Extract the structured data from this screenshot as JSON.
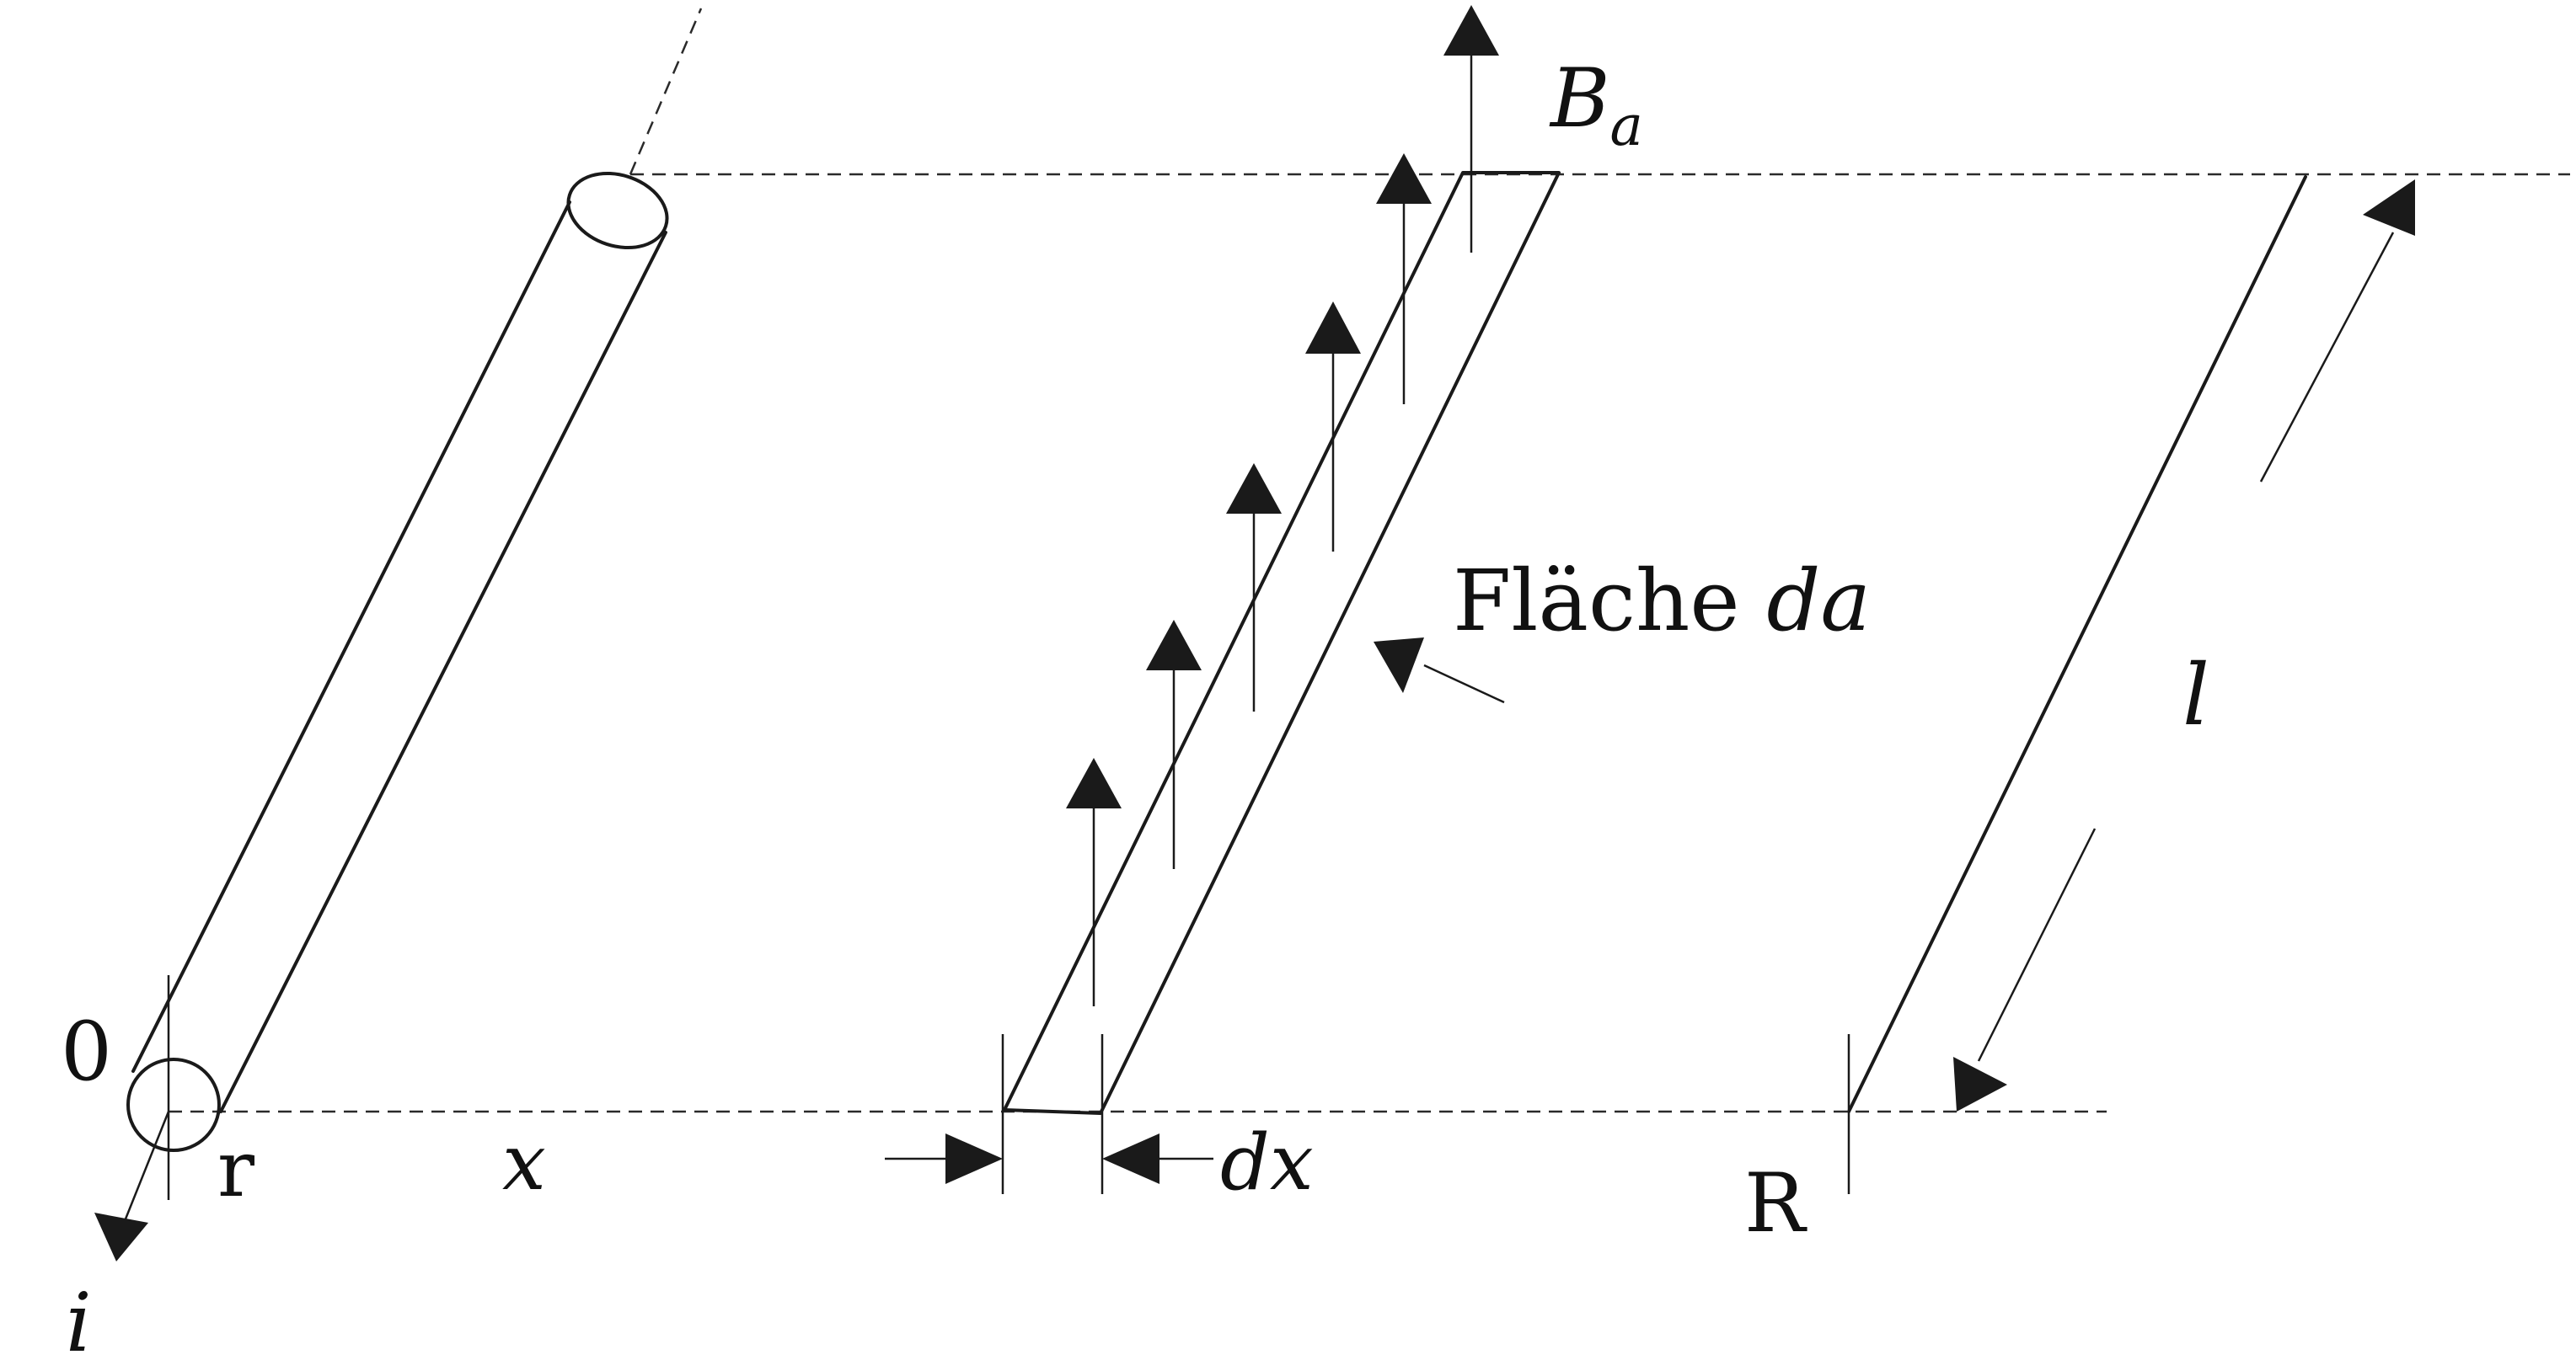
{
  "labels": {
    "origin": "0",
    "radius": "r",
    "distance": "x",
    "current": "i",
    "strip_width": "dx",
    "field_main": "B",
    "field_sub": "a",
    "area_word": "Fläche ",
    "area_symbol": "da",
    "outer_radius": "R",
    "length": "l"
  },
  "colors": {
    "stroke": "#1a1a1a",
    "background": "#ffffff"
  }
}
